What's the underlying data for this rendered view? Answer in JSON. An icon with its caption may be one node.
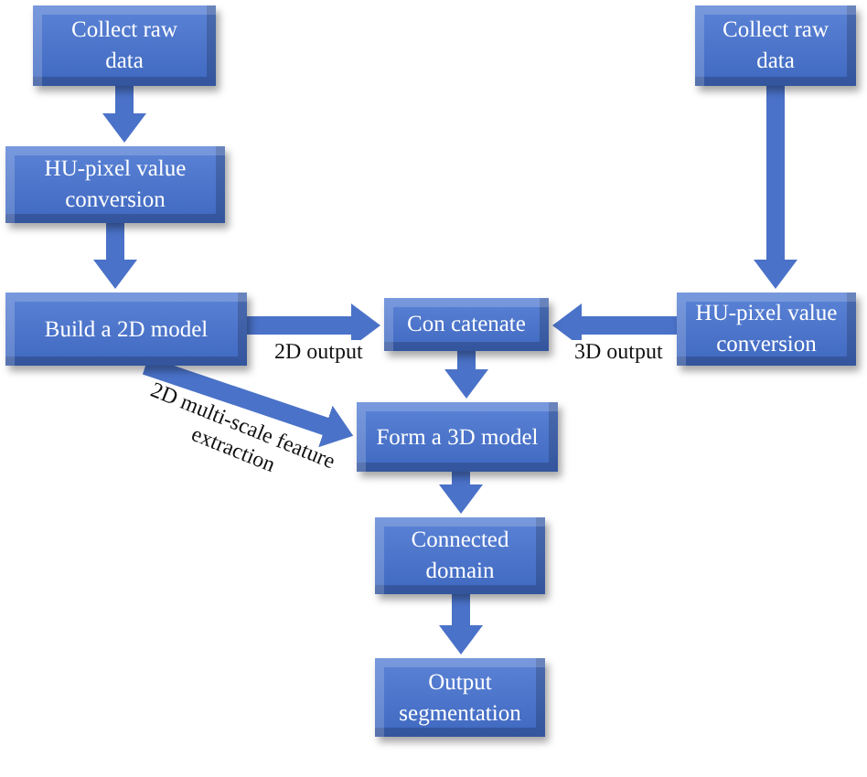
{
  "diagram": {
    "nodes": [
      {
        "text": [
          "Collect raw data"
        ]
      },
      {
        "text": [
          "HU-pixel value conversion"
        ]
      },
      {
        "text": [
          "Build a 2D model"
        ]
      },
      {
        "text": [
          "Collect raw data"
        ]
      },
      {
        "text": [
          "HU-pixel value conversion"
        ]
      },
      {
        "text": [
          "Con catenate"
        ]
      },
      {
        "text": [
          "Form a 3D model"
        ]
      },
      {
        "text": [
          "Connected domain"
        ]
      },
      {
        "text": [
          "Output segmentation"
        ]
      }
    ],
    "edges": [
      {
        "from": 0,
        "to": 1,
        "arrow": "to"
      },
      {
        "from": 1,
        "to": 2,
        "arrow": "to"
      },
      {
        "from": 3,
        "to": 4,
        "arrow": "to"
      },
      {
        "from": 2,
        "to": 5,
        "arrow": "to",
        "label": "2D output"
      },
      {
        "from": 4,
        "to": 5,
        "arrow": "to",
        "label": "3D output"
      },
      {
        "from": 2,
        "to": 6,
        "arrow": "to",
        "label": "2D multi-scale feature extraction"
      },
      {
        "from": 5,
        "to": 6,
        "arrow": "to"
      },
      {
        "from": 6,
        "to": 7,
        "arrow": "to"
      },
      {
        "from": 7,
        "to": 8,
        "arrow": "to"
      }
    ]
  }
}
